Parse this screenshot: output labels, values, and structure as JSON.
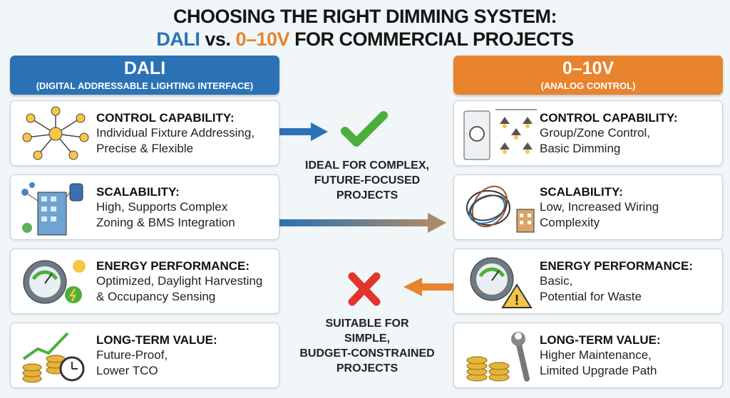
{
  "title": {
    "line1": "CHOOSING THE RIGHT DIMMING SYSTEM:",
    "dali": "DALI",
    "vs": "vs.",
    "v010": "0–10V",
    "rest": "FOR COMMERCIAL PROJECTS"
  },
  "left": {
    "name": "DALI",
    "subtitle": "(DIGITAL ADDRESSABLE LIGHTING INTERFACE)",
    "cards": [
      {
        "heading": "CONTROL CAPABILITY:",
        "lines": [
          "Individual Fixture Addressing,",
          "Precise & Flexible"
        ],
        "icon": "bulb-network-icon"
      },
      {
        "heading": "SCALABILITY:",
        "lines": [
          "High, Supports Complex",
          "Zoning & BMS Integration"
        ],
        "icon": "building-network-icon"
      },
      {
        "heading": "ENERGY PERFORMANCE:",
        "lines": [
          "Optimized, Daylight Harvesting",
          "& Occupancy Sensing"
        ],
        "icon": "meter-sun-icon"
      },
      {
        "heading": "LONG-TERM VALUE:",
        "lines": [
          "Future-Proof,",
          "Lower TCO"
        ],
        "icon": "coins-growth-icon"
      }
    ]
  },
  "right": {
    "name": "0–10V",
    "subtitle": "(ANALOG CONTROL)",
    "cards": [
      {
        "heading": "CONTROL CAPABILITY:",
        "lines": [
          "Group/Zone Control,",
          "Basic Dimming"
        ],
        "icon": "dimmer-pendants-icon"
      },
      {
        "heading": "SCALABILITY:",
        "lines": [
          "Low, Increased Wiring",
          "Complexity"
        ],
        "icon": "tangled-wires-icon"
      },
      {
        "heading": "ENERGY PERFORMANCE:",
        "lines": [
          "Basic,",
          "Potential for Waste"
        ],
        "icon": "meter-warning-icon"
      },
      {
        "heading": "LONG-TERM VALUE:",
        "lines": [
          "Higher Maintenance,",
          "Limited Upgrade Path"
        ],
        "icon": "coins-wrench-icon"
      }
    ]
  },
  "center": {
    "ideal": [
      "IDEAL FOR COMPLEX,",
      "FUTURE-FOCUSED",
      "PROJECTS"
    ],
    "suitable": [
      "SUITABLE FOR",
      "SIMPLE,",
      "BUDGET-CONSTRAINED",
      "PROJECTS"
    ]
  },
  "colors": {
    "dali": "#2a72b5",
    "analog": "#e8832e",
    "check": "#4caf3c",
    "cross": "#e2342b"
  }
}
